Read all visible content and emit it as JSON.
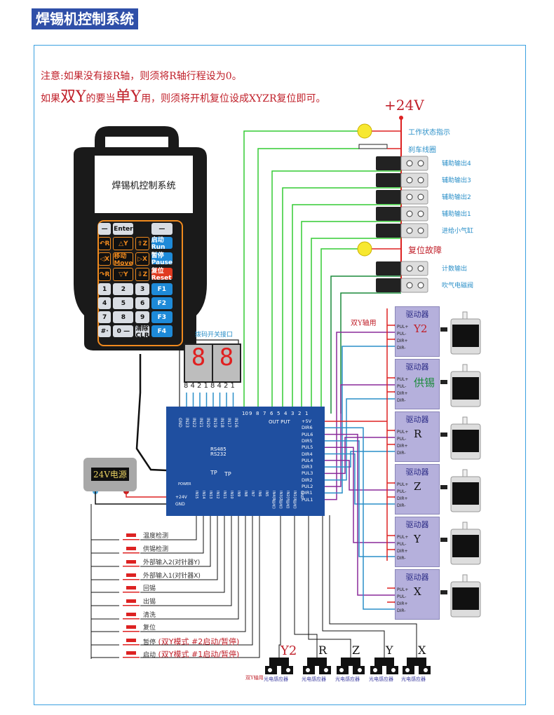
{
  "title": "焊锡机控制系统",
  "notes": {
    "line1": "注意:如果没有接R轴，则须将R轴行程设为0。",
    "line2_a": "如果",
    "line2_b": "双Y",
    "line2_c": "的要当",
    "line2_d": "单Y",
    "line2_e": "用，则须将开机复位设成XYZR复位即可。"
  },
  "power_rail": "+24V",
  "outputs": [
    {
      "label": "工作状态指示",
      "device": "lamp",
      "style": "red"
    },
    {
      "label": "刹车线圈",
      "device": "coil",
      "style": "blue"
    },
    {
      "label": "辅助输出4",
      "device": "relay",
      "style": "small"
    },
    {
      "label": "辅助输出3",
      "device": "relay",
      "style": "small"
    },
    {
      "label": "辅助输出2",
      "device": "relay",
      "style": "small"
    },
    {
      "label": "辅助输出1",
      "device": "relay",
      "style": "small"
    },
    {
      "label": "进给小气缸",
      "device": "relay",
      "style": "small"
    },
    {
      "label": "复位故障",
      "device": "lamp",
      "style": "red"
    },
    {
      "label": "计数输出",
      "device": "relay",
      "style": "small"
    },
    {
      "label": "吹气电磁阀",
      "device": "relay",
      "style": "small"
    }
  ],
  "pendant": {
    "screen_text": "焊锡机控制系统",
    "keys": [
      "—",
      "Enter",
      "",
      "—",
      "↶R",
      "△Y",
      "⇧Z",
      "启动 Run",
      "◁X",
      "移动 Move",
      "▷X",
      "暂停 Pause",
      "↷R",
      "▽Y",
      "⇩Z",
      "复位 Reset",
      "1",
      "2",
      "3",
      "F1",
      "4",
      "5",
      "6",
      "F2",
      "7",
      "8",
      "9",
      "F3",
      "#·",
      "0 —",
      "清除 CLR",
      "F4"
    ]
  },
  "dip": {
    "title": "拨码开关接口",
    "digits": [
      "8",
      "8"
    ],
    "weights": [
      "8",
      "4",
      "2",
      "1",
      "8",
      "4",
      "2",
      "1"
    ]
  },
  "board": {
    "top_pins": [
      "GND",
      "IN23",
      "IN22",
      "IN21",
      "IN20",
      "IN19",
      "IN18",
      "IN17",
      "IN16"
    ],
    "output_pins": [
      "10",
      "9",
      "8",
      "7",
      "6",
      "5",
      "4",
      "3",
      "2",
      "1"
    ],
    "output_label": "OUT PUT",
    "right_pins": [
      "+5V",
      "DIR6",
      "PUL6",
      "DIR5",
      "PUL5",
      "DIR4",
      "PUL4",
      "DIR3",
      "PUL3",
      "DIR2",
      "PUL2",
      "DIR1",
      "PUL1"
    ],
    "comm": [
      "RS485",
      "RS232"
    ],
    "tp": [
      "TP",
      "TP"
    ],
    "power_led": "POWER",
    "power_pins": [
      "+24V",
      "GND"
    ],
    "bottom_pins": [
      "IN15",
      "IN14",
      "IN13",
      "IN12",
      "IN11",
      "IN10",
      "IN9",
      "IN8",
      "IN7",
      "IN6",
      "IN5",
      "IN4(R原点)",
      "IN3(Z原点)",
      "IN2(Y原点)",
      "IN1(X原点)",
      "GND"
    ]
  },
  "psu_label": "24V电源",
  "drivers": {
    "title": "驱动器",
    "pins": [
      "PUL+",
      "PUL-",
      "DIR+",
      "DIR-"
    ],
    "note": "双Y轴用",
    "axes": [
      {
        "name": "Y2",
        "color": "#c0202a"
      },
      {
        "name": "供锡",
        "color": "#1a8a3a"
      },
      {
        "name": "R",
        "color": "#111111"
      },
      {
        "name": "Z",
        "color": "#111111"
      },
      {
        "name": "Y",
        "color": "#111111"
      },
      {
        "name": "X",
        "color": "#111111"
      }
    ]
  },
  "inputs": [
    {
      "label": "温度检测",
      "extra": ""
    },
    {
      "label": "供锡检测",
      "extra": ""
    },
    {
      "label": "外部输入2(对针器Y)",
      "extra": ""
    },
    {
      "label": "外部输入1(对针器X)",
      "extra": ""
    },
    {
      "label": "回锡",
      "extra": ""
    },
    {
      "label": "出锡",
      "extra": ""
    },
    {
      "label": "清洗",
      "extra": ""
    },
    {
      "label": "复位",
      "extra": ""
    },
    {
      "label": "暂停",
      "extra": "(双Y模式 #2启动/暂停)"
    },
    {
      "label": "启动",
      "extra": "(双Y模式 #1启动/暂停)"
    }
  ],
  "sensors": {
    "label": "光电感应器",
    "note": "双Y轴用",
    "axes": [
      "Y2",
      "R",
      "Z",
      "Y",
      "X"
    ]
  }
}
